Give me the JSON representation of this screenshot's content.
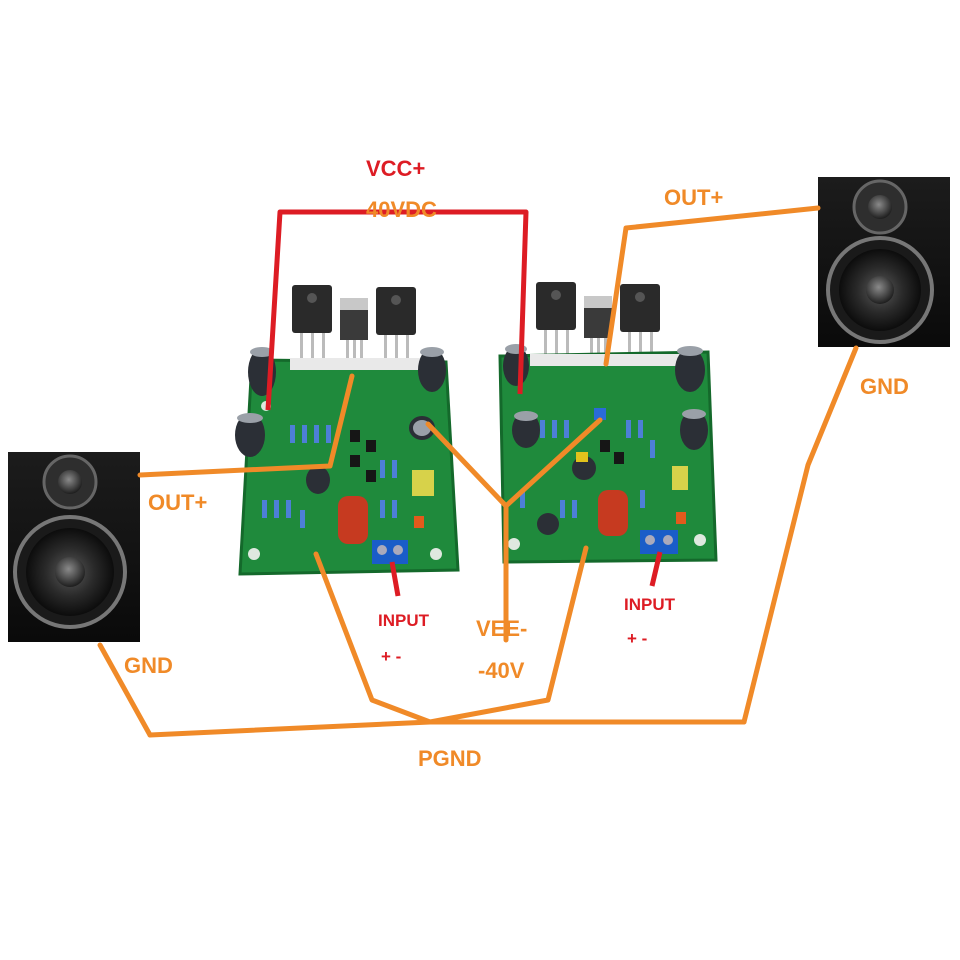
{
  "colors": {
    "vcc_wire": "#dd1c24",
    "gnd_wire": "#f08a28",
    "pcb_green": "#1f8a3c",
    "pcb_dark": "#14692b",
    "transistor": "#2a2a2a",
    "heat_tab": "#c8c8c8",
    "capacitor": "#2b2f36",
    "film_cap": "#c63a20",
    "terminal": "#1a5dc8",
    "speaker_cabinet": "#151515"
  },
  "labels": {
    "vcc": "VCC+",
    "vcc_voltage": "40VDC",
    "out_left": "OUT+",
    "out_right": "OUT+",
    "gnd_left": "GND",
    "gnd_right": "GND",
    "input_left": "INPUT",
    "input_left_pol": "+ -",
    "input_right": "INPUT",
    "input_right_pol": "+ -",
    "vee": "VEE-",
    "vee_voltage": "-40V",
    "pgnd": "PGND"
  },
  "icons": {
    "speaker_left": "speaker-icon",
    "speaker_right": "speaker-icon",
    "board_left": "amplifier-board-icon",
    "board_right": "amplifier-board-icon"
  }
}
